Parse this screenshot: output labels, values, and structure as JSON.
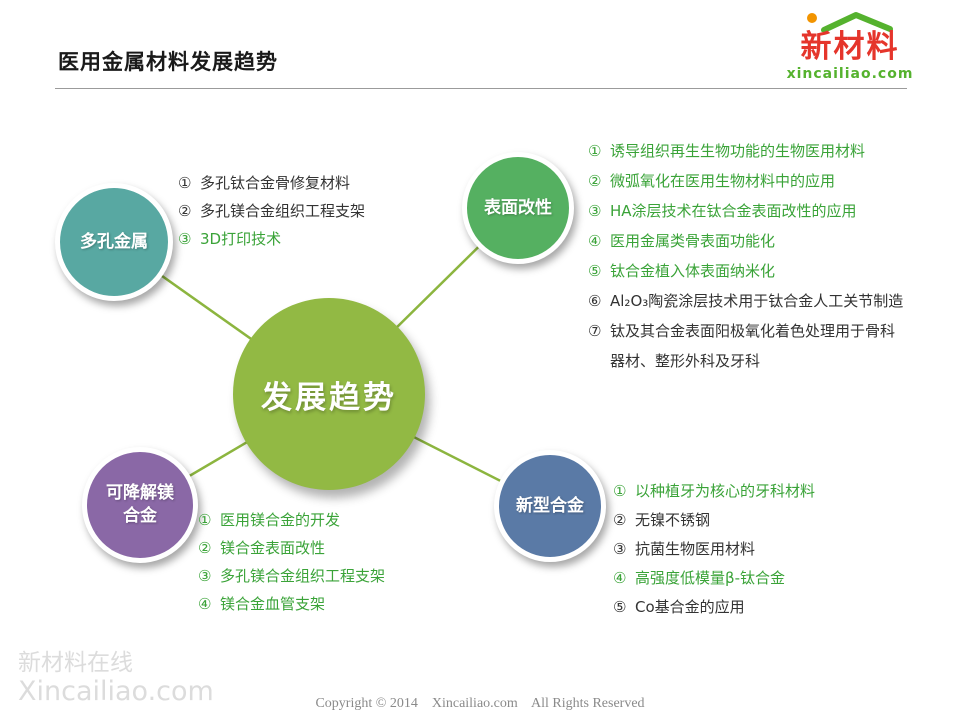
{
  "page": {
    "title": "医用金属材料发展趋势",
    "watermark_line1": "新材料在线",
    "watermark_line2": "Xincailiao.com",
    "copyright": "Copyright © 2014    Xincailiao.com    All Rights Reserved"
  },
  "logo": {
    "brand": "新材料",
    "domain": "xincailiao.com",
    "brand_color": "#e5352b",
    "domain_color": "#55b22e"
  },
  "diagram": {
    "center_label": "发展趋势",
    "center_color": "#92b944",
    "line_color": "#8cb53f",
    "text_green": "#3aa338",
    "text_dark": "#333333",
    "nodes": [
      {
        "id": "porous-metal",
        "label": "多孔金属",
        "color": "#58a8a2",
        "items": [
          {
            "num": "①",
            "text": "多孔钛合金骨修复材料",
            "tone": "dark"
          },
          {
            "num": "②",
            "text": "多孔镁合金组织工程支架",
            "tone": "dark"
          },
          {
            "num": "③",
            "text": "3D打印技术",
            "tone": "green"
          }
        ]
      },
      {
        "id": "surface-modification",
        "label": "表面改性",
        "color": "#55b061",
        "items": [
          {
            "num": "①",
            "text": "诱导组织再生生物功能的生物医用材料",
            "tone": "green"
          },
          {
            "num": "②",
            "text": "微弧氧化在医用生物材料中的应用",
            "tone": "green"
          },
          {
            "num": "③",
            "text": "HA涂层技术在钛合金表面改性的应用",
            "tone": "green"
          },
          {
            "num": "④",
            "text": "医用金属类骨表面功能化",
            "tone": "green"
          },
          {
            "num": "⑤",
            "text": "钛合金植入体表面纳米化",
            "tone": "green"
          },
          {
            "num": "⑥",
            "text": "Al₂O₃陶瓷涂层技术用于钛合金人工关节制造",
            "tone": "dark"
          },
          {
            "num": "⑦",
            "text": "钛及其合金表面阳极氧化着色处理用于骨科器材、整形外科及牙科",
            "tone": "dark"
          }
        ]
      },
      {
        "id": "degradable-mg-alloy",
        "label": "可降解镁\n合金",
        "color": "#8a68a6",
        "items": [
          {
            "num": "①",
            "text": "医用镁合金的开发",
            "tone": "green"
          },
          {
            "num": "②",
            "text": "镁合金表面改性",
            "tone": "green"
          },
          {
            "num": "③",
            "text": "多孔镁合金组织工程支架",
            "tone": "green"
          },
          {
            "num": "④",
            "text": "镁合金血管支架",
            "tone": "green"
          }
        ]
      },
      {
        "id": "new-alloy",
        "label": "新型合金",
        "color": "#5a7aa6",
        "items": [
          {
            "num": "①",
            "text": "以种植牙为核心的牙科材料",
            "tone": "green"
          },
          {
            "num": "②",
            "text": "无镍不锈钢",
            "tone": "dark"
          },
          {
            "num": "③",
            "text": "抗菌生物医用材料",
            "tone": "dark"
          },
          {
            "num": "④",
            "text": "高强度低模量β-钛合金",
            "tone": "green"
          },
          {
            "num": "⑤",
            "text": "Co基合金的应用",
            "tone": "dark"
          }
        ]
      }
    ]
  }
}
